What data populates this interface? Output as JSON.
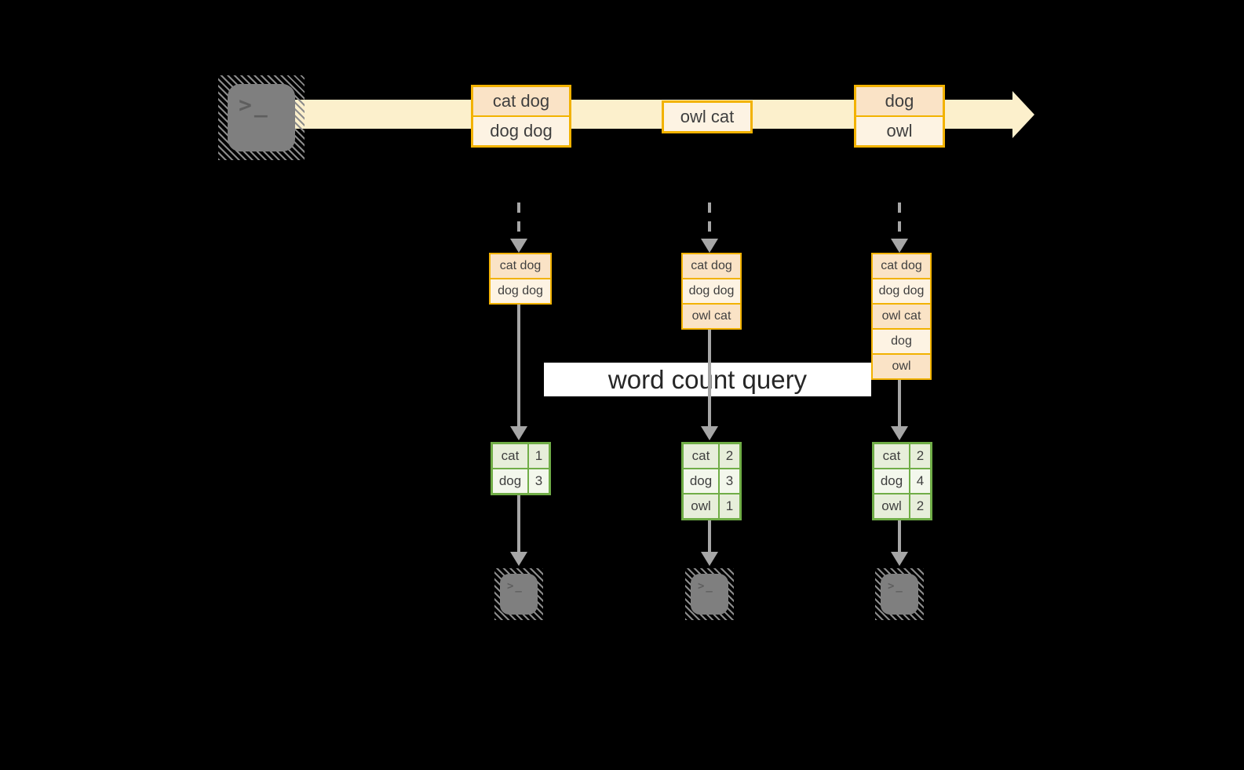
{
  "colors": {
    "background": "#000000",
    "stream_band": "#FCF0CC",
    "box_border": "#F2B200",
    "box_fill_dark": "#FAE3C6",
    "box_fill_light": "#FDF3E3",
    "table_border": "#70AD47",
    "table_fill_dark": "#E7EEDA",
    "table_fill_light": "#F3F7EC",
    "arrow_gray": "#A6A6A6",
    "terminal_gray": "#7F7F7F",
    "text": "#3F3F3F",
    "query_band": "#FFFFFF",
    "query_text": "#262626"
  },
  "icons": {
    "terminal_glyph": ">_"
  },
  "stream": {
    "batches": [
      {
        "lines": [
          "cat dog",
          "dog dog"
        ]
      },
      {
        "lines": [
          "owl cat"
        ]
      },
      {
        "lines": [
          "dog",
          "owl"
        ]
      }
    ]
  },
  "query": {
    "label": "word count query"
  },
  "columns": [
    {
      "micro_batch": [
        "cat dog",
        "dog dog"
      ],
      "counts": [
        {
          "word": "cat",
          "count": "1"
        },
        {
          "word": "dog",
          "count": "3"
        }
      ]
    },
    {
      "micro_batch": [
        "cat dog",
        "dog dog",
        "owl cat"
      ],
      "counts": [
        {
          "word": "cat",
          "count": "2"
        },
        {
          "word": "dog",
          "count": "3"
        },
        {
          "word": "owl",
          "count": "1"
        }
      ]
    },
    {
      "micro_batch": [
        "cat dog",
        "dog dog",
        "owl cat",
        "dog",
        "owl"
      ],
      "counts": [
        {
          "word": "cat",
          "count": "2"
        },
        {
          "word": "dog",
          "count": "4"
        },
        {
          "word": "owl",
          "count": "2"
        }
      ]
    }
  ]
}
